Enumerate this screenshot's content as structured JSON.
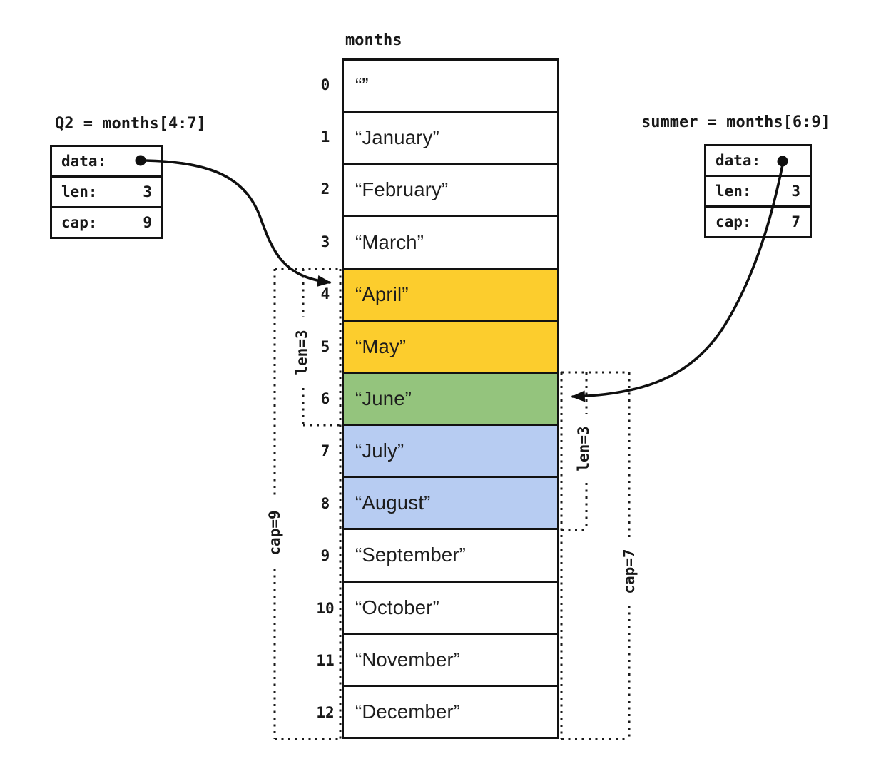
{
  "diagram": {
    "array": {
      "title": "months",
      "cells": [
        {
          "index": "0",
          "value": "“”"
        },
        {
          "index": "1",
          "value": "“January”"
        },
        {
          "index": "2",
          "value": "“February”"
        },
        {
          "index": "3",
          "value": "“March”"
        },
        {
          "index": "4",
          "value": "“April”"
        },
        {
          "index": "5",
          "value": "“May”"
        },
        {
          "index": "6",
          "value": "“June”"
        },
        {
          "index": "7",
          "value": "“July”"
        },
        {
          "index": "8",
          "value": "“August”"
        },
        {
          "index": "9",
          "value": "“September”"
        },
        {
          "index": "10",
          "value": "“October”"
        },
        {
          "index": "11",
          "value": "“November”"
        },
        {
          "index": "12",
          "value": "“December”"
        }
      ]
    },
    "q2": {
      "label": "Q2 = months[4:7]",
      "data_label": "data:",
      "len_label": "len:",
      "len_value": "3",
      "cap_label": "cap:",
      "cap_value": "9",
      "len_annotation": "len=3",
      "cap_annotation": "cap=9"
    },
    "summer": {
      "label": "summer = months[6:9]",
      "data_label": "data:",
      "len_label": "len:",
      "len_value": "3",
      "cap_label": "cap:",
      "cap_value": "7",
      "len_annotation": "len=3",
      "cap_annotation": "cap=7"
    },
    "colors": {
      "q2_highlight": "#FCCD2D",
      "shared_highlight": "#94C47D",
      "summer_highlight": "#B7CCF2"
    }
  }
}
